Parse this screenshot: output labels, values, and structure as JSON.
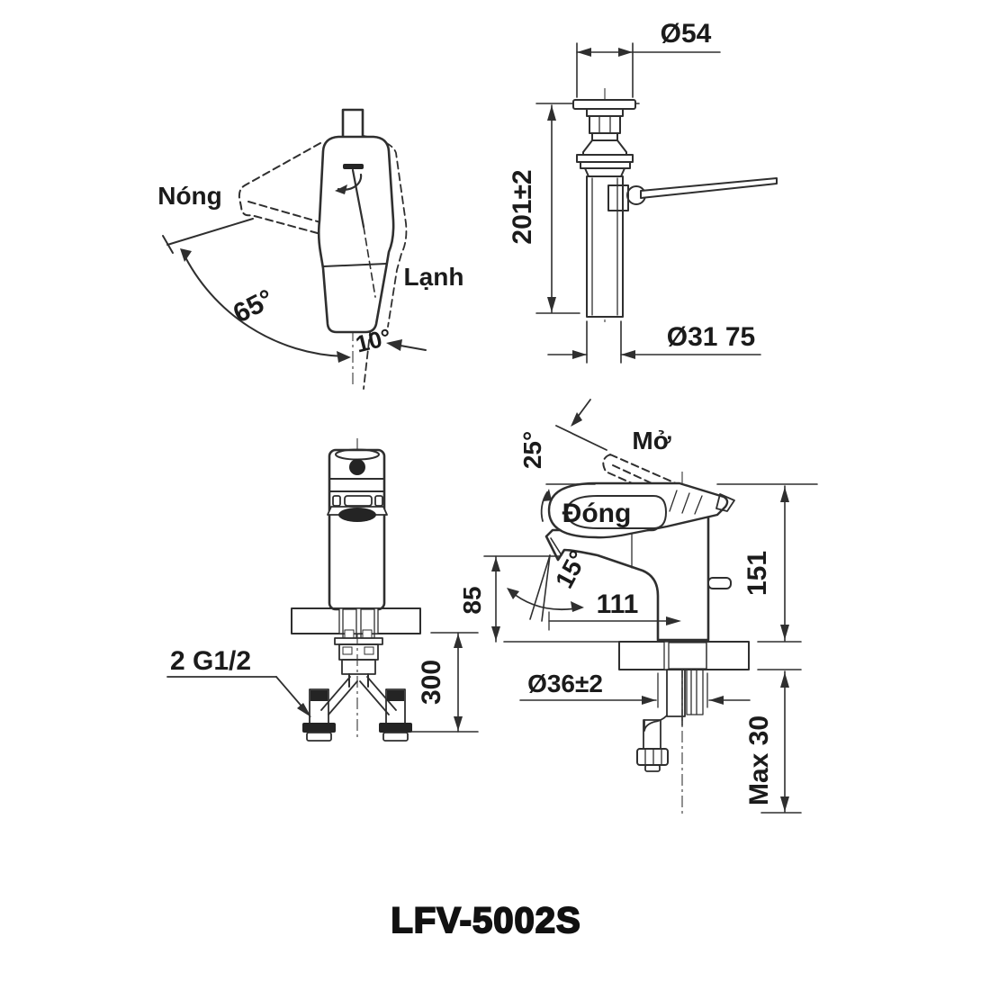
{
  "title": "LFV-5002S",
  "views": {
    "rotation": {
      "hot": "Nóng",
      "cold": "Lạnh",
      "swing_angle": "65°",
      "tilt_angle": "10°"
    },
    "drain": {
      "cap_diameter": "Ø54",
      "height": "201±2",
      "pipe_diameter": "Ø31 75"
    },
    "front": {
      "inlet_thread": "2 G1/2",
      "hose_length": "300"
    },
    "side": {
      "open_angle": "25°",
      "open": "Mở",
      "closed": "Đóng",
      "outlet_height": "85",
      "stream_angle": "15°",
      "spout_reach": "111",
      "body_height": "151",
      "hole_diameter": "Ø36±2",
      "deck_thickness": "Max 30"
    }
  },
  "colors": {
    "line": "#2f2f2f",
    "dark": "#242424",
    "background": "#ffffff"
  }
}
